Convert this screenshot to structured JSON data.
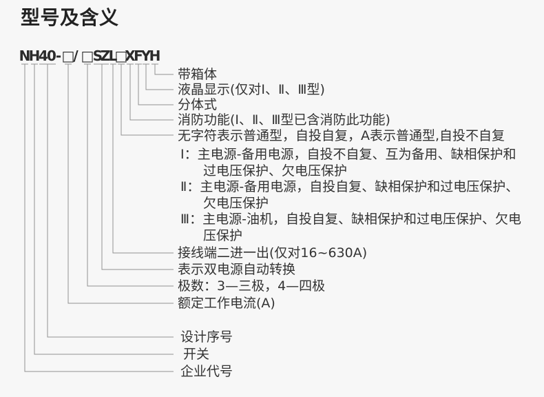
{
  "title": "型号及含义",
  "model": {
    "full": "NH40-□/□SZL□XFYH",
    "chars": [
      "N",
      "H",
      "4",
      "0",
      "-",
      "□",
      "/",
      "□",
      "S",
      "Z",
      "L",
      "□",
      "X",
      "F",
      "Y",
      "H"
    ]
  },
  "callouts": [
    {
      "code": "H",
      "text": "带箱体"
    },
    {
      "code": "Y",
      "text": "液晶显示(仅对Ⅰ、Ⅱ、Ⅲ型)"
    },
    {
      "code": "F",
      "text": "分体式"
    },
    {
      "code": "X",
      "text": "消防功能(Ⅰ、Ⅱ、Ⅲ型已含消防此功能)"
    },
    {
      "code": "□",
      "text": "无字符表示普通型，自投自复，A表示普通型,自投不自复"
    },
    {
      "code": "L",
      "text": "接线端二进一出(仅对16~630A)"
    },
    {
      "code": "SZ",
      "text": "表示双电源自动转换"
    },
    {
      "code": "□",
      "text": "极数：3—三极，4—四极"
    },
    {
      "code": "□",
      "text": "额定工作电流(A)"
    },
    {
      "code": "40",
      "text": "设计序号"
    },
    {
      "code": "H",
      "text": "开关"
    },
    {
      "code": "N",
      "text": "企业代号"
    }
  ],
  "type_details": [
    {
      "text": "Ⅰ：主电源-备用电源，自投不自复、互为备用、缺相保护和"
    },
    {
      "text": "过电压保护、欠电压保护"
    },
    {
      "text": "Ⅱ：主电源-备用电源，自投自复、缺相保护和过电压保护、"
    },
    {
      "text": "欠电压保护"
    },
    {
      "text": "Ⅲ：主电源-油机，自投自复、缺相保护和过电压保护、欠电"
    },
    {
      "text": "压保护"
    }
  ],
  "colors": {
    "background": "#f7f7f7",
    "line": "#909090",
    "text": "#333333",
    "title": "#222222"
  }
}
